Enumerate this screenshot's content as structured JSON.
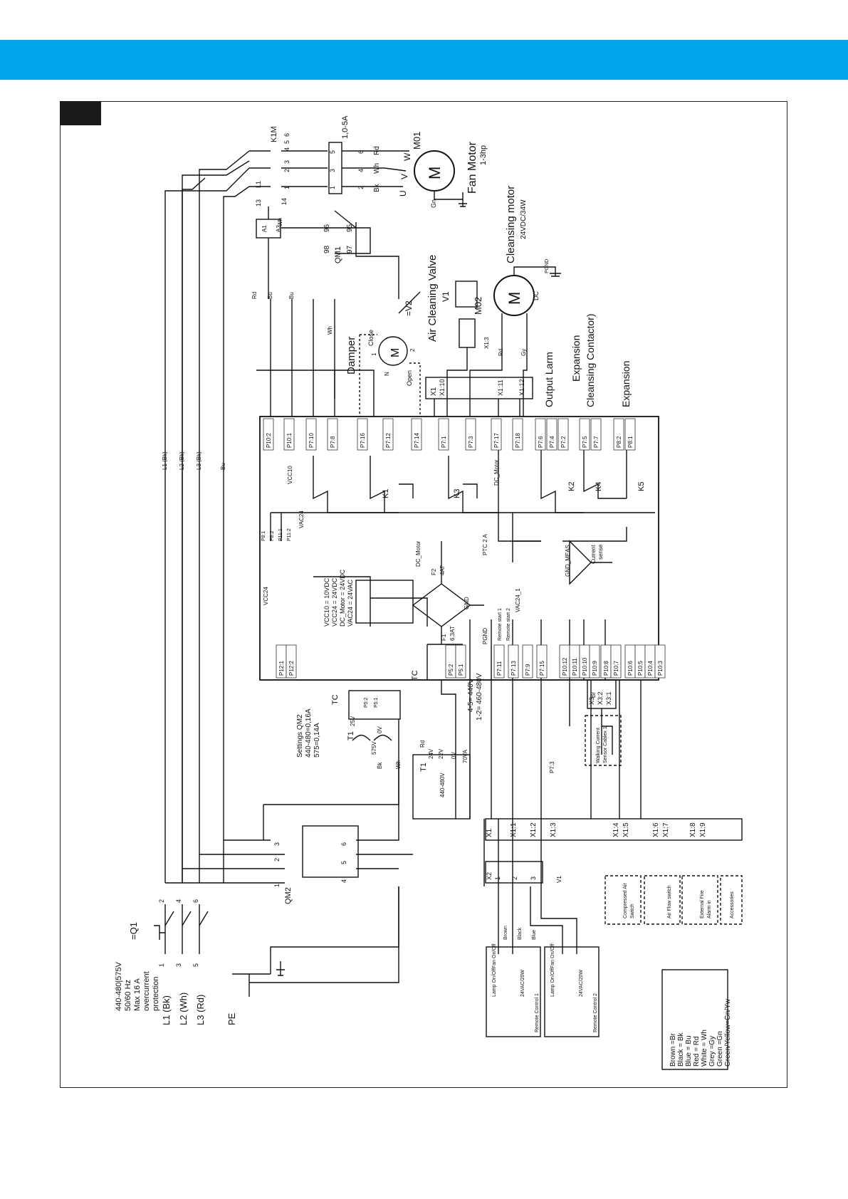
{
  "colors": {
    "header_bar": "#00A6E9",
    "corner_tab": "#1a1a1a",
    "ink": "#111111"
  },
  "supply": {
    "lines": [
      "440-480|575V",
      "50/60 Hz",
      "Max 16 A",
      "overcurrent",
      "protection"
    ],
    "L1": "L1 (Bk)",
    "L2": "L2 (Wh)",
    "L3": "L3 (Rd)",
    "PE": "PE",
    "q1": "=Q1"
  },
  "fan": {
    "contactor": "K1M",
    "fuse": "1,0-5A",
    "motor_id": "M01",
    "motor": "Fan Motor",
    "power": "1-3hp",
    "m_symbol": "M",
    "terminals": [
      "U",
      "V",
      "W"
    ],
    "wires": [
      "Bk",
      "Wh",
      "Rd"
    ],
    "gn": "Gn",
    "a1": "A1",
    "a2": "A2",
    "qm1": "QM1",
    "c98": "98",
    "c97": "97",
    "c96": "96",
    "c95": "95",
    "n13": "13",
    "n14": "14",
    "nL1": "L1",
    "nums": [
      "1",
      "2",
      "3",
      "4",
      "5",
      "6"
    ]
  },
  "cleansing": {
    "id": "M02",
    "title": "Cleansing motor",
    "rating": "24VDC/34W",
    "m_symbol": "M",
    "dc": "DC",
    "pgnd": "PGND"
  },
  "valve": {
    "title": "Air Cleaning Valve",
    "id": "V1",
    "v2": "=V2"
  },
  "damper": {
    "title": "Damper",
    "m_symbol": "M",
    "close": "Close",
    "open": "Open",
    "n1": "1",
    "n2": "2",
    "nN": "N"
  },
  "outputs": {
    "alarm": "Output Larm",
    "expansion1": "Expansion",
    "expansion1b": "Cleansing Contactor)",
    "expansion2": "Expansion"
  },
  "x1_top": [
    "X1",
    "X1:10",
    "X1:11",
    "X1:12"
  ],
  "board_top_pins": [
    "P10:2",
    "P10:1",
    "P7:10",
    "P7:8",
    "P7:16",
    "P7:12",
    "P7:14",
    "P7:1",
    "P7:3",
    "P7:17",
    "P7:18",
    "P7:6",
    "P7:4",
    "P7:2",
    "P7:5",
    "P7:7",
    "P8:2",
    "P8:1"
  ],
  "board_bottom_pins": [
    "P12:1",
    "P12:2",
    "P5:2",
    "P5:1",
    "P7:11",
    "P7:13",
    "P7:9",
    "P7:15",
    "P10:12",
    "P10:11",
    "P10:10",
    "P10:9",
    "P10:8",
    "P10:7",
    "P10:6",
    "P10:5",
    "P10:4",
    "P10:3"
  ],
  "board_labels": {
    "vcc10": "VCC10",
    "vac24": "VAC24",
    "vcc24": "VCC24",
    "vac24_1": "VAC24_1",
    "dc_motor": "DC_Motor",
    "dc_motor2": "DC_Motor",
    "pgnd": "PGND",
    "gnd": "GND",
    "k1": "K1",
    "k2": "K2",
    "k3": "K3",
    "k4": "K4",
    "k5": "K5",
    "f1": "F1",
    "f1v": "6.3AT",
    "f2": "F2",
    "f2v": "4AT",
    "ptc": "PTC 2 A",
    "gnd_meas": "GND_MEAS",
    "current": "Current",
    "sense": "sense",
    "remote1": "Remote start 1",
    "remote2": "Remote start 2",
    "p8": [
      "P8:1",
      "P8:2",
      "P11:1",
      "P11:2"
    ],
    "legend": [
      "VCC10 = 10VDC",
      "VCC24 = 24VDC",
      "DC_Motor = 24VDC",
      "VAC24 = 24VAC"
    ]
  },
  "transformer": {
    "tc": "TC",
    "t1": "T1",
    "tc2": "TC",
    "t1b": "T1",
    "v575": "575V",
    "v25": "25V",
    "v0": "0V",
    "v24": "24V",
    "v22": "22V",
    "v0b": "0V",
    "va": "70VA",
    "vrange": "440-480V",
    "ratio1": "4-5= 440V",
    "ratio2": "1-2= 460-480V",
    "settings": [
      "Settings QM2",
      "440-480=0,16A",
      "575=0,14A"
    ],
    "p5": [
      "P5:2",
      "P5:1"
    ]
  },
  "qm2": {
    "id": "QM2",
    "nums": [
      "1",
      "2",
      "3",
      "4",
      "5",
      "6"
    ]
  },
  "x1_bottom": [
    "X1",
    "X1:1",
    "X1:2",
    "X1:3",
    "X1:4",
    "X1:5",
    "X1:6",
    "X1:7",
    "X1:8",
    "X1:9"
  ],
  "x2": [
    "X2",
    "1",
    "2",
    "3"
  ],
  "x3": [
    "X3",
    "X3:2",
    "X3:1"
  ],
  "sensors": {
    "walking": [
      "Walking Current",
      "Sensor Cablex 1"
    ],
    "compressed": [
      "Compressed Air",
      "Switch"
    ],
    "airflow": "Air Flow switch",
    "fire": [
      "External Fire",
      "Alarm in"
    ],
    "accessories": "Accessories"
  },
  "remote": {
    "lamp": "Lamp On/Off",
    "fan": "Fan On/Off",
    "v24": "24VAC/20W",
    "rc1": "Remote Control 1",
    "rc2": "Remote Control 2",
    "brown": "Brown",
    "black": "Black",
    "blue": "Blue"
  },
  "wire_abbr": {
    "bk": "Bk",
    "wh": "Wh",
    "bu": "Bu",
    "br": "Br",
    "rd": "Rd",
    "gy": "Gy",
    "l1": "L1 (Bk)",
    "l2": "L2 (Bk)",
    "l3": "L3 (Bk)",
    "x13": "X1:3",
    "p73": "P7:3",
    "v1": "V1"
  },
  "color_legend": [
    "Brown  =Br",
    "Black = Bk",
    "Blue = Bu",
    "Red = Rd",
    "White = Wh",
    "Grey =Gy",
    "Green =Gn",
    "Green/Yellow=Gn/Yw"
  ]
}
